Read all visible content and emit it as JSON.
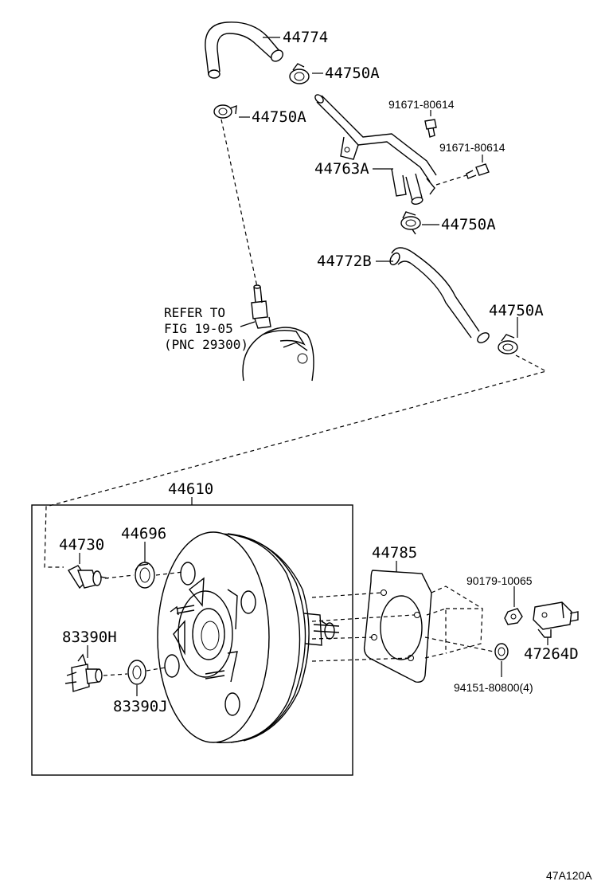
{
  "diagram": {
    "callouts": {
      "hose_44774": "44774",
      "clip_top_right": "44750A",
      "clip_top_left": "44750A",
      "bolt_1": "91671-80614",
      "bolt_2": "91671-80614",
      "pipe_44763A": "44763A",
      "clip_mid": "44750A",
      "hose_44772B": "44772B",
      "clip_lower": "44750A",
      "booster_assy": "44610",
      "union_44730": "44730",
      "grommet_44696": "44696",
      "gasket_44785": "44785",
      "nut_90179": "90179-10065",
      "sensor_83390H": "83390H",
      "clevis_47264D": "47264D",
      "seal_83390J": "83390J",
      "nut_94151": "94151-80800(4)"
    },
    "refer_note": [
      "REFER TO",
      "FIG 19-05",
      "(PNC 29300)"
    ],
    "figure_code": "47A120A"
  }
}
